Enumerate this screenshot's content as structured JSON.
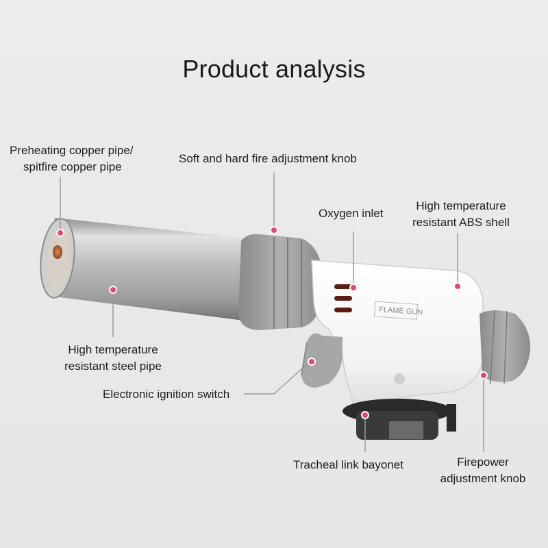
{
  "title": "Product analysis",
  "labels": {
    "preheat_line1": "Preheating copper pipe/",
    "preheat_line2": "spitfire copper pipe",
    "soft_hard": "Soft and hard fire adjustment knob",
    "oxygen": "Oxygen inlet",
    "abs_line1": "High temperature",
    "abs_line2": "resistant ABS shell",
    "steel_line1": "High temperature",
    "steel_line2": "resistant steel pipe",
    "ignition": "Electronic ignition switch",
    "bayonet": "Tracheal link bayonet",
    "firepower_line1": "Firepower",
    "firepower_line2": "adjustment knob"
  },
  "device": {
    "brand_text": "FLAME GUN"
  },
  "colors": {
    "marker": "#e4457a",
    "knob": "#9c9c9c",
    "body": "#f6f6f6",
    "pipe": "#b9b9b9",
    "background": "#e9e9e9"
  }
}
